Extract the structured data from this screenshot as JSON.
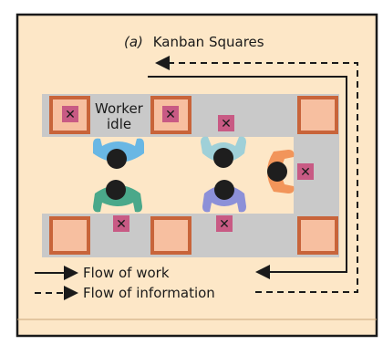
{
  "title_prefix": "(a)",
  "title_text": "Kanban Squares",
  "worker_note": [
    "Worker",
    "idle"
  ],
  "legend": {
    "work": "Flow of work",
    "info": "Flow of information"
  },
  "colors": {
    "frame_bg": "#fde7c7",
    "frame_border": "#1a1a1a",
    "table": "#c9c9c9",
    "square_fill": "#f7bfa0",
    "square_border": "#c8643a",
    "marker_fill": "#c85a84",
    "worker_blue": "#69b7e4",
    "worker_teal": "#9fd0d8",
    "worker_green": "#4aa88a",
    "worker_purple": "#8c90d8",
    "worker_orange": "#f2955a",
    "head": "#1e1e1e"
  },
  "diagram": {
    "squares": [
      {
        "id": "top-left",
        "kanban": true
      },
      {
        "id": "top-mid",
        "kanban": true
      },
      {
        "id": "top-right",
        "kanban": false
      },
      {
        "id": "bottom-left",
        "kanban": false
      },
      {
        "id": "bottom-mid",
        "kanban": false
      },
      {
        "id": "bottom-right",
        "kanban": false
      }
    ],
    "loose_markers": [
      "upper-middle",
      "right-worker",
      "bottom-left",
      "bottom-middle"
    ],
    "workers": [
      "blue",
      "teal",
      "green",
      "purple",
      "orange"
    ]
  }
}
